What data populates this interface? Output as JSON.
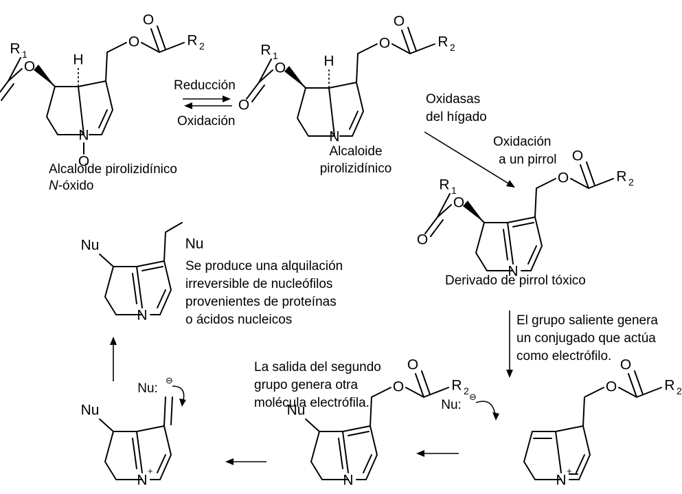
{
  "atoms": {
    "r1": "R",
    "r1_sub": "1",
    "r2": "R",
    "r2_sub": "2",
    "o": "O",
    "n": "N",
    "h": "H",
    "plus": "+",
    "nu": "Nu",
    "nu_attack": "Nu:",
    "nu_charge": "⊖"
  },
  "arrows": {
    "reduction": "Reducción",
    "oxidation": "Oxidación",
    "liver_oxidases_1": "Oxidasas",
    "liver_oxidases_2": "del hígado",
    "pyrrole_oxidation_1": "Oxidación",
    "pyrrole_oxidation_2": "a un pirrol"
  },
  "labels": {
    "n_oxide_1": "Alcaloide pirolizidínico",
    "n_oxide_2_italic": "N",
    "n_oxide_2_rest": "-óxido",
    "alkaloid_1": "Alcaloide",
    "alkaloid_2": "pirolizidínico",
    "toxic_pyrrole": "Derivado de pirrol tóxico"
  },
  "notes": {
    "alkylation": [
      "Se produce una alquilación",
      "irreversible de nucleófilos",
      "provenientes de proteínas",
      "o ácidos nucleicos"
    ],
    "leaving_group": [
      "El grupo saliente genera",
      "un conjugado que actúa",
      "como electrófilo."
    ],
    "second_group": [
      "La salida del segundo",
      "grupo genera otra",
      "molécula electrófila."
    ]
  }
}
